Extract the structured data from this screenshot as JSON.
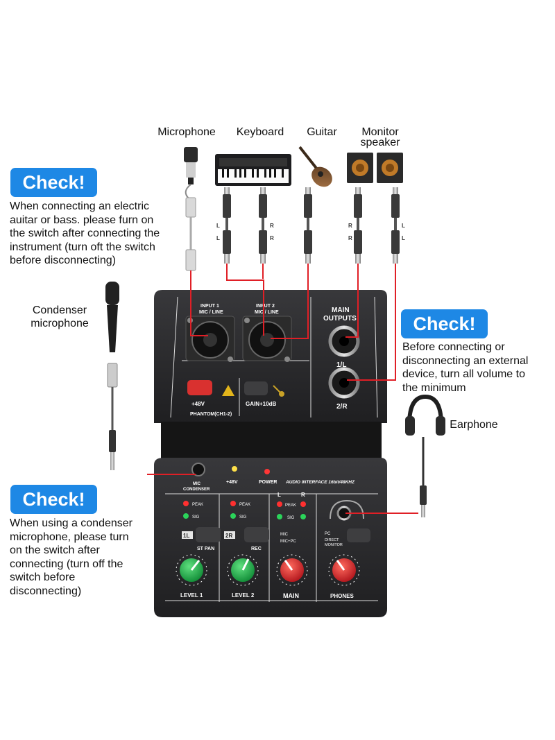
{
  "top_labels": {
    "microphone": "Microphone",
    "keyboard": "Keyboard",
    "guitar": "Guitar",
    "monitor_line1": "Monitor",
    "monitor_line2": "speaker"
  },
  "side_labels": {
    "condenser_line1": "Condenser",
    "condenser_line2": "microphone",
    "earphone": "Earphone"
  },
  "checks": [
    {
      "badge": "Check!",
      "text_lines": [
        "When connecting an electric",
        "auitar or bass. please furn on",
        "the switch after connecting the",
        "instrument (turn oft the switch",
        "before disconnecting)"
      ]
    },
    {
      "badge": "Check!",
      "text_lines": [
        "Before connecting or",
        "disconnecting an external",
        "device, turn all volume to",
        "the minimum"
      ]
    },
    {
      "badge": "Check!",
      "text_lines": [
        "When using a condenser",
        "microphone, please turn",
        "on the switch after",
        "connecting (turn off the",
        "switch before",
        "disconnecting)"
      ]
    }
  ],
  "cable_channel_marks": [
    "L",
    "L",
    "R",
    "R",
    "R",
    "R",
    "L",
    "L"
  ],
  "panel_top": {
    "input1_line1": "INPUT 1",
    "input1_line2": "MIC / LINE",
    "input2_line1": "INPUT 2",
    "input2_line2": "MIC / LINE",
    "main_outputs_line1": "MAIN",
    "main_outputs_line2": "OUTPUTS",
    "out_1l": "1/L",
    "out_2r": "2/R",
    "plus48v": "+48V",
    "gain": "GAIN+10dB",
    "phantom": "PHANTOM(CH1-2)"
  },
  "panel_bottom": {
    "mic_condenser_line1": "MIC",
    "mic_condenser_line2": "CONDENSER",
    "led_48v": "+48V",
    "led_power": "POWER",
    "audio_interface": "AUDIO INTERFACE  16bit/48KHZ",
    "peak": "PEAK",
    "sig": "SIG",
    "l": "L",
    "r": "R",
    "ch_1l": "1L",
    "ch_2r": "2R",
    "st_pan": "ST PAN",
    "rec": "REC",
    "mic": "MIC",
    "mic_pc": "MIC+PC",
    "pc": "PC",
    "direct_monitor_line1": "DIRECT",
    "direct_monitor_line2": "MONITOR",
    "level1": "LEVEL 1",
    "level2": "LEVEL 2",
    "main": "MAIN",
    "phones": "PHONES"
  },
  "colors": {
    "badge": "#1e88e5",
    "cable_line": "#e01f26",
    "panel": "#2a2a2c",
    "knob_green": "#1fb34a",
    "knob_red": "#e0242c"
  }
}
